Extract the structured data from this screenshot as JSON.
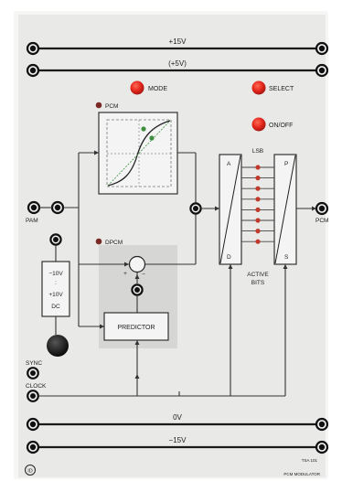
{
  "rails": {
    "plus15": "+15V",
    "plus5": "(+5V)",
    "zero": "0V",
    "minus15": "−15V"
  },
  "buttons": {
    "mode": "MODE",
    "select": "SELECT",
    "onoff": "ON/OFF"
  },
  "indicators": {
    "pcm": "PCM",
    "dpcm": "DPCM"
  },
  "io": {
    "pam": "PAM",
    "pcm_out": "PCM",
    "sync": "SYNC",
    "clock": "CLOCK"
  },
  "dc_source": {
    "line1": "−10V",
    "line2": ":",
    "line3": "+10V",
    "line4": "DC"
  },
  "converters": {
    "lsb": "LSB",
    "a": "A",
    "d": "D",
    "p": "P",
    "s": "S",
    "active_line1": "ACTIVE",
    "active_line2": "BITS"
  },
  "predictor": {
    "label": "PREDICTOR"
  },
  "summer": {
    "plus": "+",
    "minus": "−"
  },
  "footer": {
    "model": "TSA 101",
    "name": "PCM MODULATOR",
    "logo": "ID"
  },
  "colors": {
    "panel": "#e9e9e7",
    "frame": "#f6f6f4",
    "led_red": "#e2261c",
    "led_dark": "#7a2a24",
    "bit_led": "#c0392b",
    "curve_green": "#3f8f3f",
    "shade": "#d6d6d4"
  },
  "icons": [
    "jack-icon",
    "led-icon",
    "knob-icon",
    "logo-icon"
  ]
}
